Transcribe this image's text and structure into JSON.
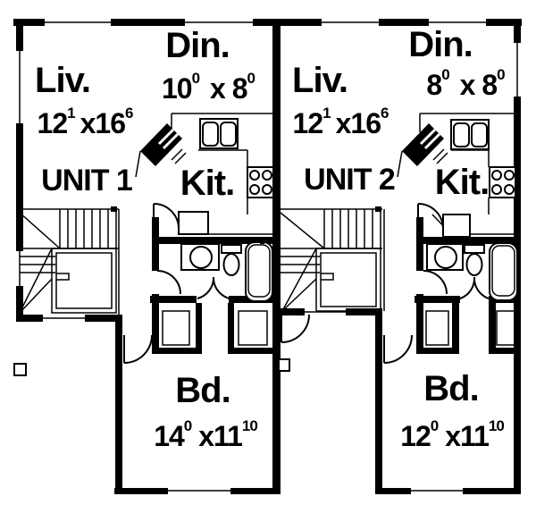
{
  "plan": {
    "colors": {
      "wall": "#000000",
      "background": "#ffffff"
    },
    "units": [
      {
        "name": "UNIT 1",
        "living": {
          "label": "Liv.",
          "dim": [
            {
              "t": "12",
              "s": "1"
            },
            {
              "t": "x16",
              "s": "6"
            }
          ]
        },
        "dining": {
          "label": "Din.",
          "dim": [
            {
              "t": "10",
              "s": "0"
            },
            {
              "t": "x 8",
              "s": "0"
            }
          ]
        },
        "kitchen": {
          "label": "Kit."
        },
        "bedroom": {
          "label": "Bd.",
          "dim": [
            {
              "t": "14",
              "s": "0"
            },
            {
              "t": "x11",
              "s": "10"
            }
          ]
        }
      },
      {
        "name": "UNIT 2",
        "living": {
          "label": "Liv.",
          "dim": [
            {
              "t": "12",
              "s": "1"
            },
            {
              "t": "x16",
              "s": "6"
            }
          ]
        },
        "dining": {
          "label": "Din.",
          "dim": [
            {
              "t": "8",
              "s": "0"
            },
            {
              "t": "x 8",
              "s": "0"
            }
          ]
        },
        "kitchen": {
          "label": "Kit."
        },
        "bedroom": {
          "label": "Bd.",
          "dim": [
            {
              "t": "12",
              "s": "0"
            },
            {
              "t": "x11",
              "s": "10"
            }
          ]
        }
      }
    ]
  }
}
